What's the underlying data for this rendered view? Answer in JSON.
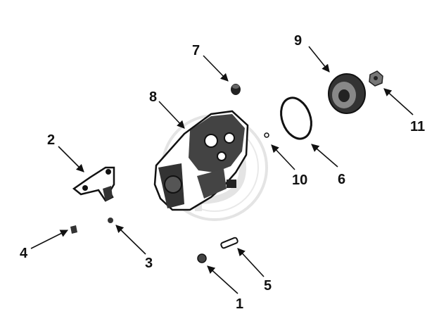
{
  "diagram": {
    "callouts": [
      {
        "id": "1",
        "label": "1"
      },
      {
        "id": "2",
        "label": "2"
      },
      {
        "id": "3",
        "label": "3"
      },
      {
        "id": "4",
        "label": "4"
      },
      {
        "id": "5",
        "label": "5"
      },
      {
        "id": "6",
        "label": "6"
      },
      {
        "id": "7",
        "label": "7"
      },
      {
        "id": "8",
        "label": "8"
      },
      {
        "id": "9",
        "label": "9"
      },
      {
        "id": "10",
        "label": "10"
      },
      {
        "id": "11",
        "label": "11"
      }
    ],
    "colors": {
      "ink": "#111111",
      "watermark": "#cfcfcf",
      "background": "#ffffff"
    },
    "watermark_icon": "circular-letter-watermark"
  }
}
